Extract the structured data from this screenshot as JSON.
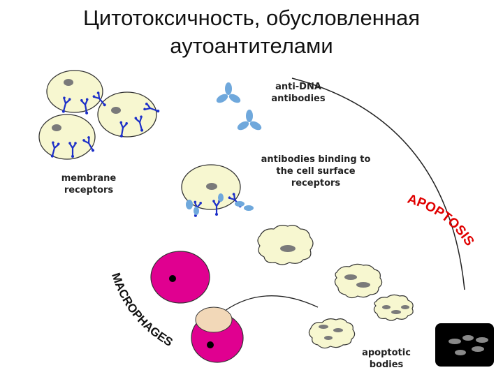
{
  "title_line1": "Цитотоксичность, обусловленная",
  "title_line2": "аутоантителами",
  "labels": {
    "anti_dna_1": "anti-DNA",
    "anti_dna_2": "antibodies",
    "binding_1": "antibodies binding to",
    "binding_2": "the cell surface",
    "binding_3": "receptors",
    "membrane_1": "membrane",
    "membrane_2": "receptors",
    "apoptotic_1": "apoptotic",
    "apoptotic_2": "bodies"
  },
  "curved_text": {
    "apoptosis": "APOPTOSIS",
    "macrophages": "MACROPHAGES"
  },
  "colors": {
    "cell_fill": "#f7f7d0",
    "nucleus": "#7a7a7a",
    "antibody": "#1c2fc8",
    "antibody_light": "#6fa8dc",
    "apoptosis_text": "#e00000",
    "macrophage_fill": "#e00090",
    "engulfed": "#f2d8b8",
    "black_box": "#000000"
  }
}
